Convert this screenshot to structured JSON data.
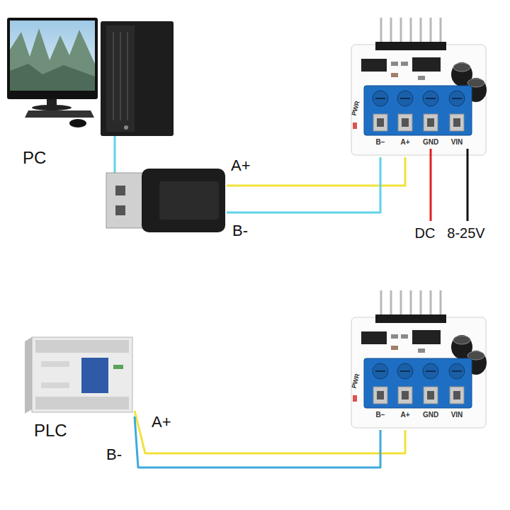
{
  "diagram": {
    "nodes": [
      {
        "text": [
          "PC"
        ]
      },
      {
        "text": [
          "PWR",
          "B−",
          "A+",
          "GND",
          "VIN"
        ]
      },
      {
        "text": [
          "PLC"
        ]
      },
      {
        "text": [
          "PWR",
          "B−",
          "A+",
          "GND",
          "VIN"
        ]
      }
    ],
    "edges": [
      {
        "from": 0,
        "to": 1,
        "arrow": "none",
        "label": "A+"
      },
      {
        "from": 0,
        "to": 1,
        "arrow": "none",
        "label": "B-"
      },
      {
        "from": 2,
        "to": 3,
        "arrow": "none",
        "label": "A+"
      },
      {
        "from": 2,
        "to": 3,
        "arrow": "none",
        "label": "B-"
      }
    ],
    "labels": [
      "DC",
      "8-25V"
    ]
  }
}
